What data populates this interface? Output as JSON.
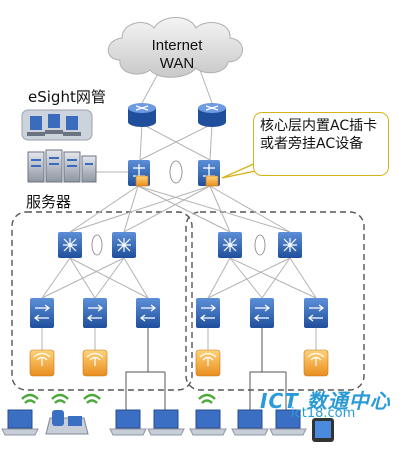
{
  "cloud": {
    "line1": "Internet",
    "line2": "WAN"
  },
  "labels": {
    "esight": "eSight网管",
    "servers": "服务器"
  },
  "callout": {
    "text": "核心层内置AC插卡或者旁挂AC设备"
  },
  "watermark": {
    "name": "ICT 数通中心",
    "url": "ict18.com"
  },
  "colors": {
    "device_blue": "#2f61b3",
    "ap_orange": "#f0a23a",
    "wifi_green": "#4aa938",
    "callout_border": "#d7b318",
    "group_border": "#555555",
    "watermark": "#2a9bd6"
  }
}
